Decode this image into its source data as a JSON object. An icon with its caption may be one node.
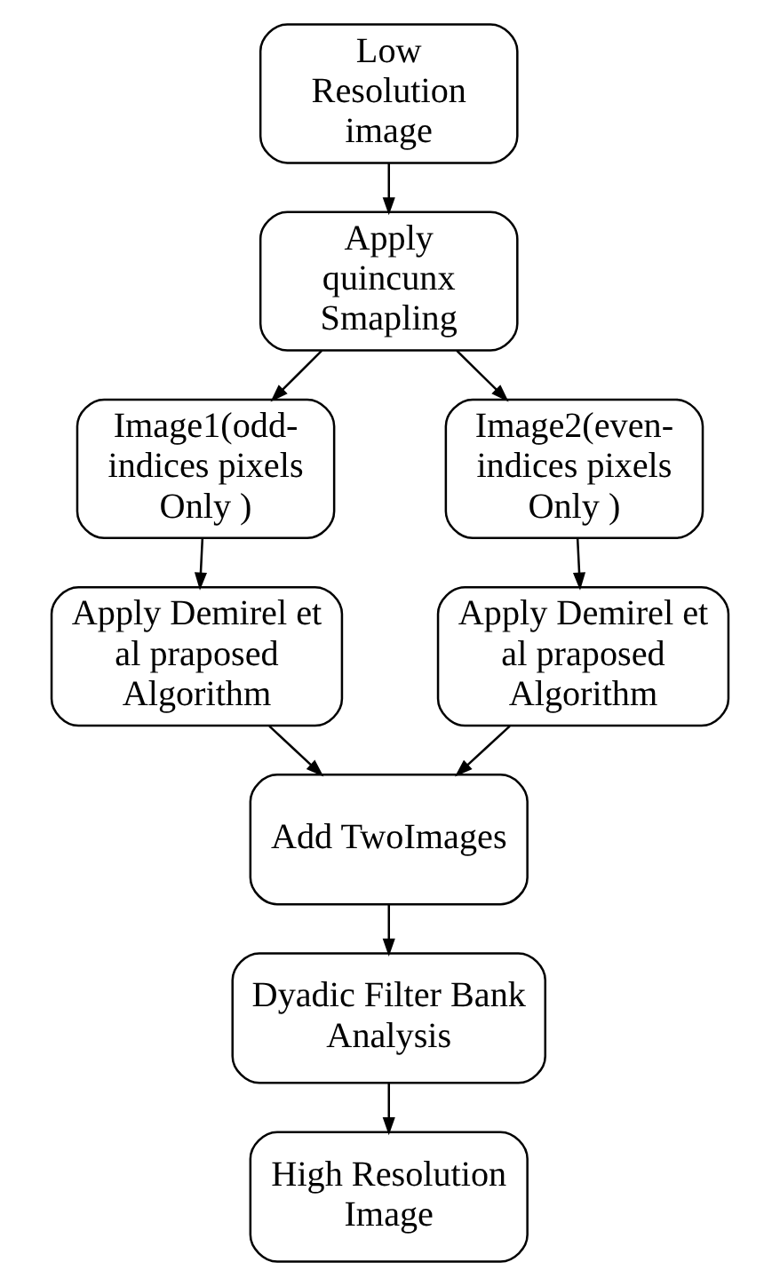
{
  "diagram": {
    "nodes": [
      {
        "text": [
          "Low Resolution image"
        ]
      },
      {
        "text": [
          "Apply quincunx Smapling"
        ]
      },
      {
        "text": [
          "Image1(odd-indices pixels Only )"
        ]
      },
      {
        "text": [
          "Image2(even-indices pixels Only )"
        ]
      },
      {
        "text": [
          "Apply Demirel et al praposed Algorithm"
        ]
      },
      {
        "text": [
          "Apply Demirel et al praposed Algorithm"
        ]
      },
      {
        "text": [
          "Add TwoImages"
        ]
      },
      {
        "text": [
          "Dyadic Filter Bank Analysis"
        ]
      },
      {
        "text": [
          "High Resolution Image"
        ]
      }
    ],
    "edges": [
      {
        "from": 0,
        "to": 1,
        "arrow": "to"
      },
      {
        "from": 1,
        "to": 2,
        "arrow": "to"
      },
      {
        "from": 1,
        "to": 3,
        "arrow": "to"
      },
      {
        "from": 2,
        "to": 4,
        "arrow": "to"
      },
      {
        "from": 3,
        "to": 5,
        "arrow": "to"
      },
      {
        "from": 4,
        "to": 6,
        "arrow": "to"
      },
      {
        "from": 5,
        "to": 6,
        "arrow": "to"
      },
      {
        "from": 6,
        "to": 7,
        "arrow": "to"
      },
      {
        "from": 7,
        "to": 8,
        "arrow": "to"
      }
    ]
  }
}
